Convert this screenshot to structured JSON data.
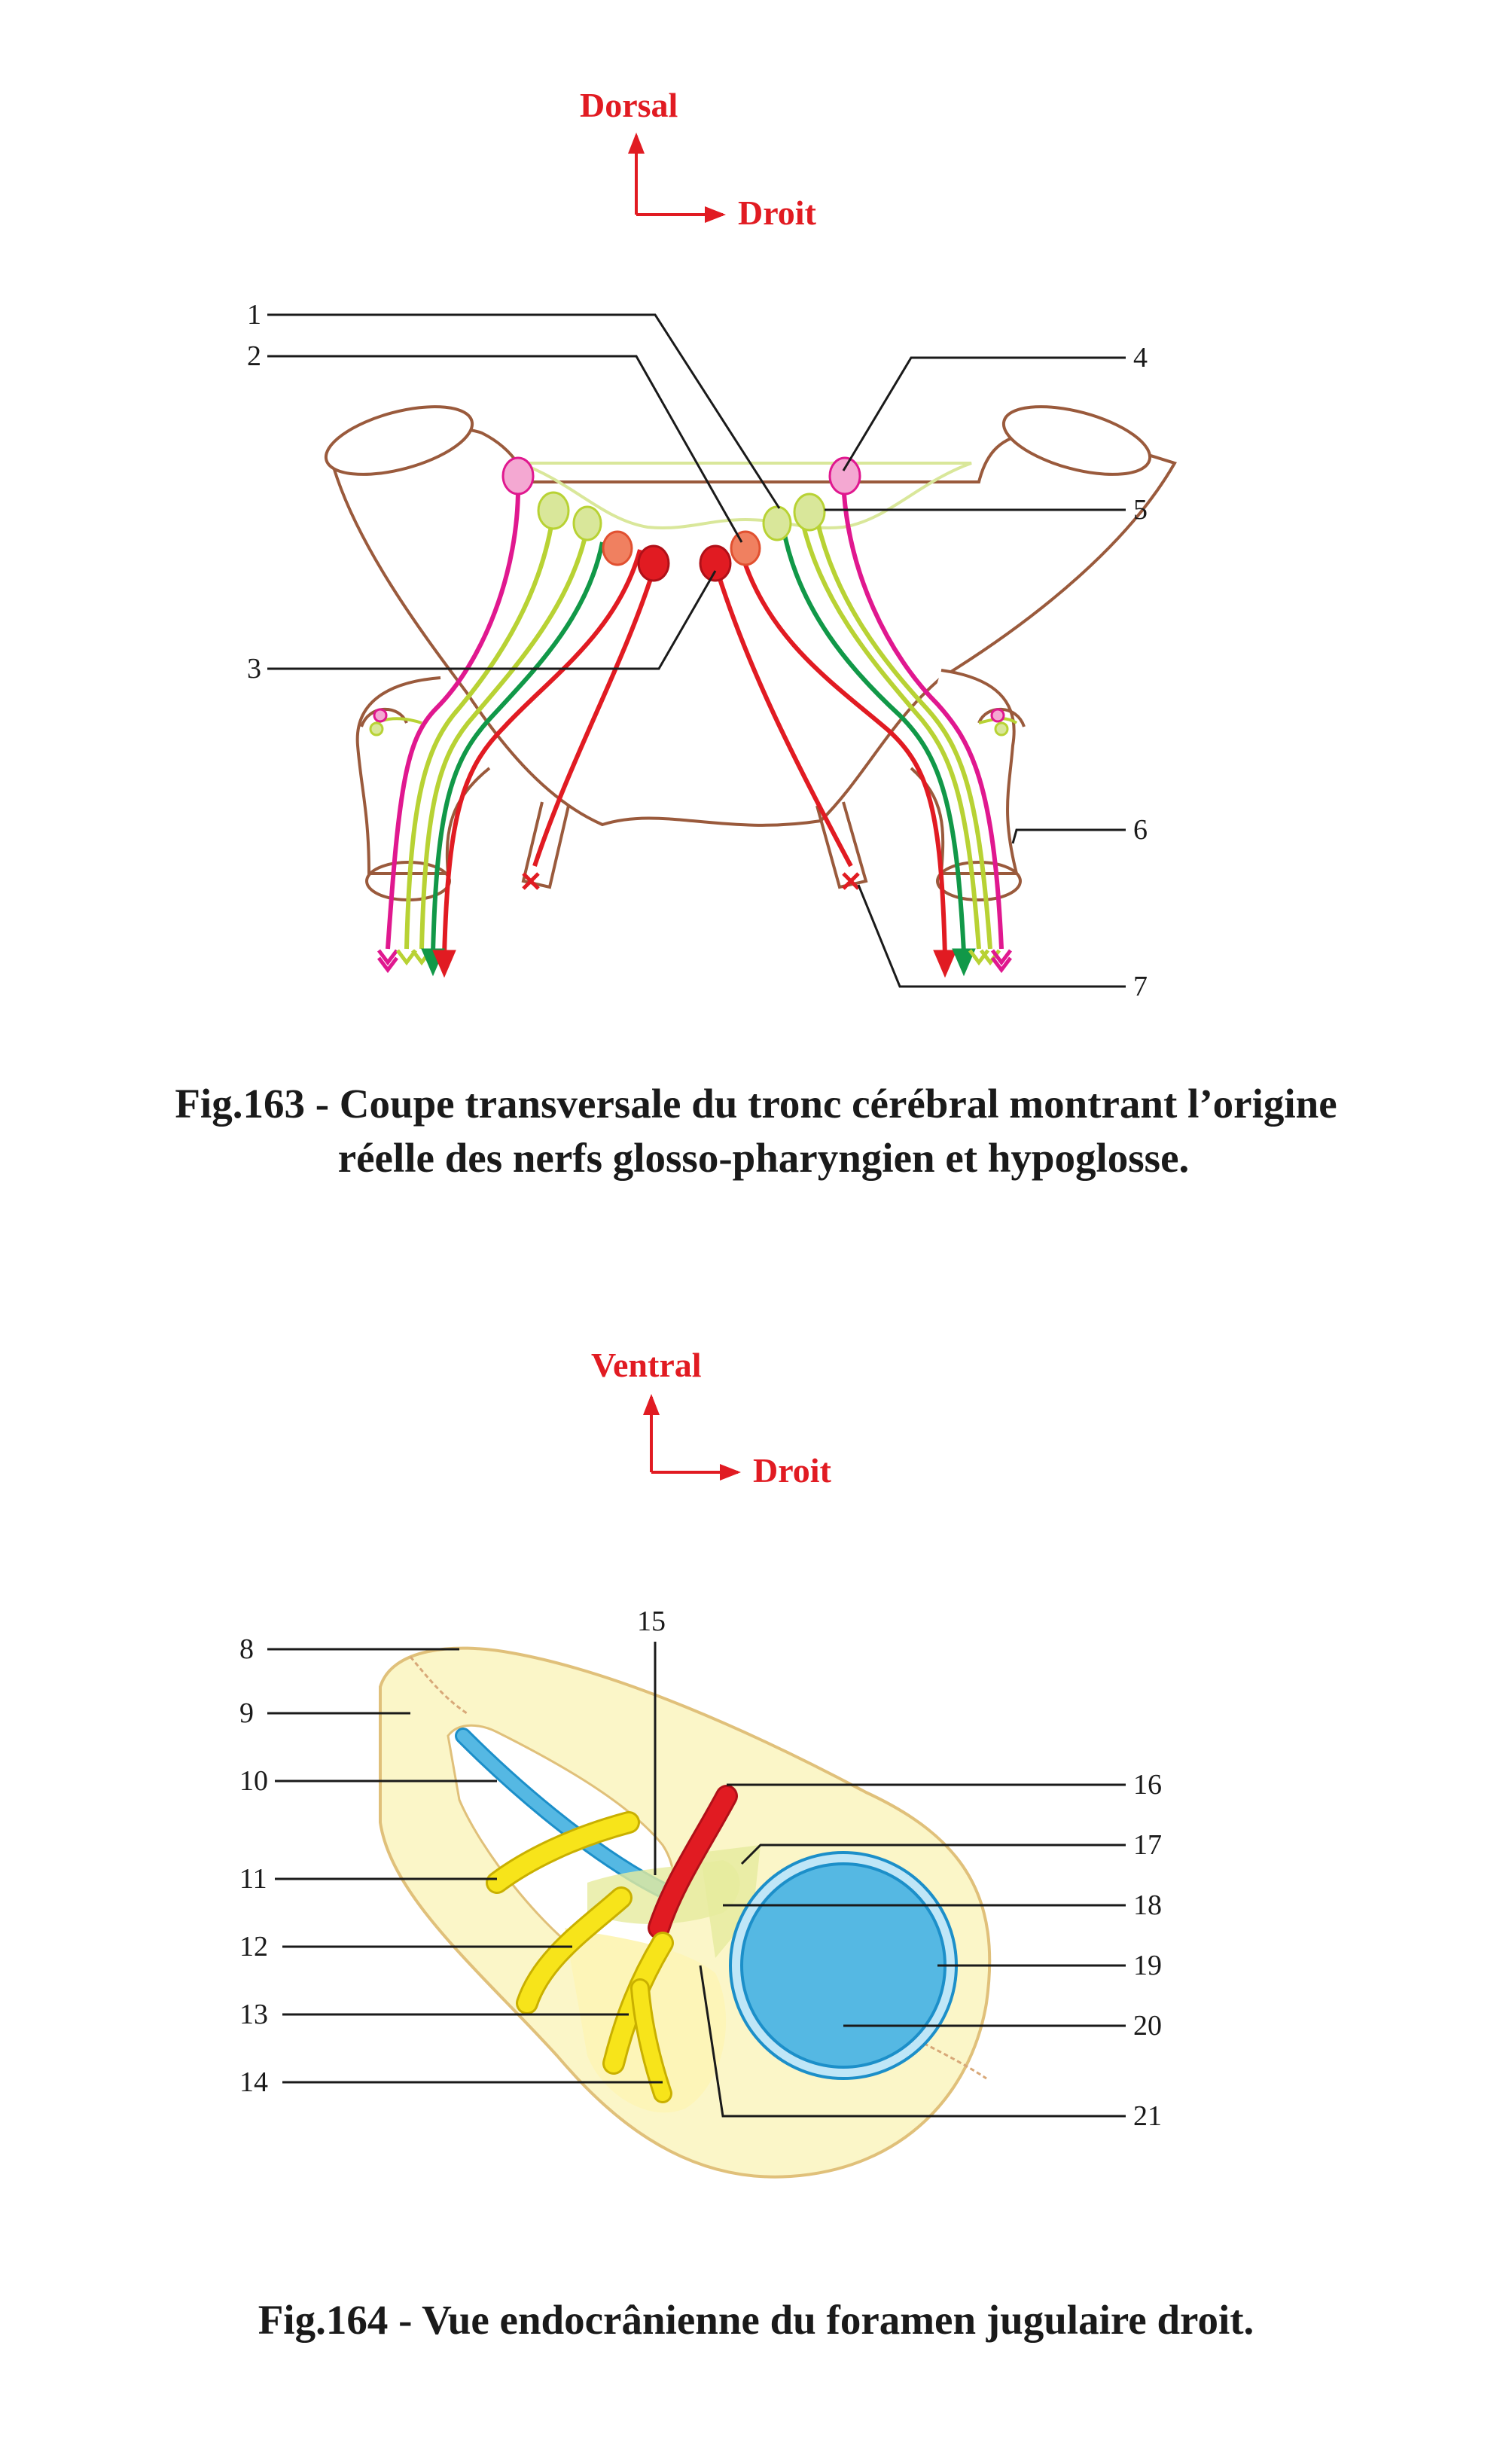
{
  "fig163": {
    "orientation": {
      "up": "Dorsal",
      "right": "Droit"
    },
    "labels": [
      "1",
      "2",
      "3",
      "4",
      "5",
      "6",
      "7"
    ],
    "caption_line1": "Fig.163 - Coupe transversale du tronc cérébral montrant l’origine",
    "caption_line2": "réelle des nerfs glosso-pharyngien et hypoglosse."
  },
  "fig164": {
    "orientation": {
      "up": "Ventral",
      "right": "Droit"
    },
    "labels": [
      "8",
      "9",
      "10",
      "11",
      "12",
      "13",
      "14",
      "15",
      "16",
      "17",
      "18",
      "19",
      "20",
      "21"
    ],
    "caption": "Fig.164 - Vue endocrânienne du foramen jugulaire droit."
  },
  "colors": {
    "direction": "#e11b22",
    "brainstem_outline": "#9a5a3c",
    "pink_nucleus": "#f4a8d2",
    "pink_nerve": "#e0188f",
    "lightgreen_nucleus": "#d9e79a",
    "lightgreen_nerve": "#b8d234",
    "darkgreen_nerve": "#119848",
    "salmon_nucleus": "#f08060",
    "red_nucleus": "#e11b22",
    "bone_fill": "#fbf6c8",
    "bone_outline": "#e0c07a",
    "vein_fill": "#55b8e3",
    "vein_outline": "#1c8fc9",
    "artery": "#e11b22",
    "nerve_yellow": "#f7e41a"
  }
}
